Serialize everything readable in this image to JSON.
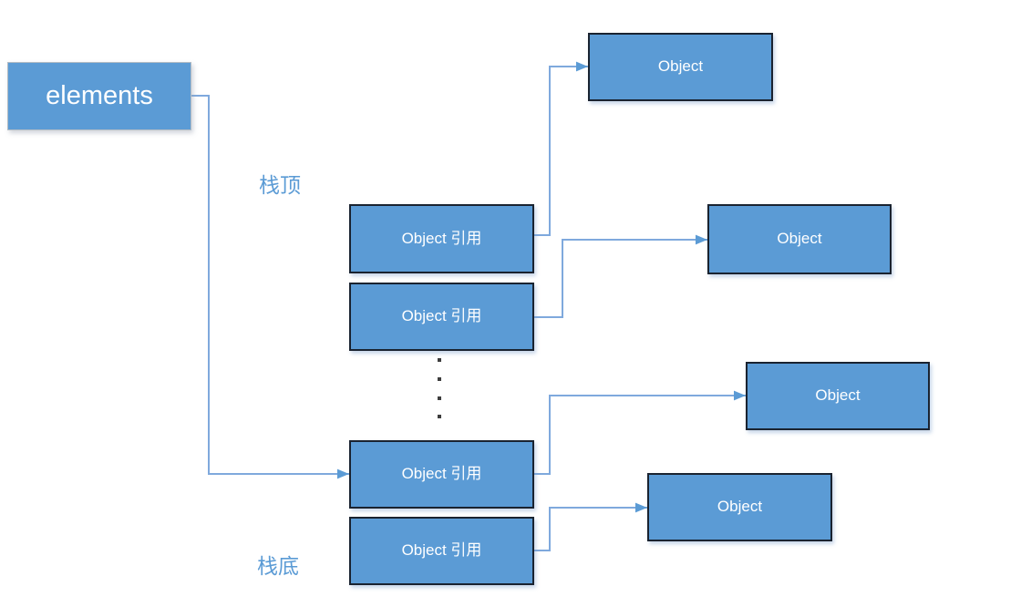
{
  "diagram": {
    "title_hint": "stack of Object references pointing to Object instances",
    "elements_node": {
      "id": "elements",
      "label": "elements"
    },
    "labels": {
      "stack_top": "栈顶",
      "stack_bottom": "栈底"
    },
    "ref_nodes": [
      {
        "id": "ref-1",
        "label": "Object 引用"
      },
      {
        "id": "ref-2",
        "label": "Object 引用"
      },
      {
        "id": "ref-3",
        "label": "Object 引用"
      },
      {
        "id": "ref-4",
        "label": "Object 引用"
      }
    ],
    "object_nodes": [
      {
        "id": "object-1",
        "label": "Object"
      },
      {
        "id": "object-2",
        "label": "Object"
      },
      {
        "id": "object-3",
        "label": "Object"
      },
      {
        "id": "object-4",
        "label": "Object"
      }
    ],
    "edges": [
      {
        "from": "elements",
        "to": "ref-3"
      },
      {
        "from": "ref-1",
        "to": "object-1"
      },
      {
        "from": "ref-2",
        "to": "object-2"
      },
      {
        "from": "ref-3",
        "to": "object-3"
      },
      {
        "from": "ref-4",
        "to": "object-4"
      }
    ],
    "ellipsis_dot_count": 4
  },
  "colors": {
    "background": "#ffffff",
    "node_fill": "#5b9bd5",
    "node_text": "#ffffff",
    "dark_border": "#1a2330",
    "elements_border": "#b3bcc4",
    "connector": "#7fa9dd",
    "arrow": "#5b9bd5",
    "accent_label": "#5b9bd5",
    "dot": "#3d3d3d"
  }
}
